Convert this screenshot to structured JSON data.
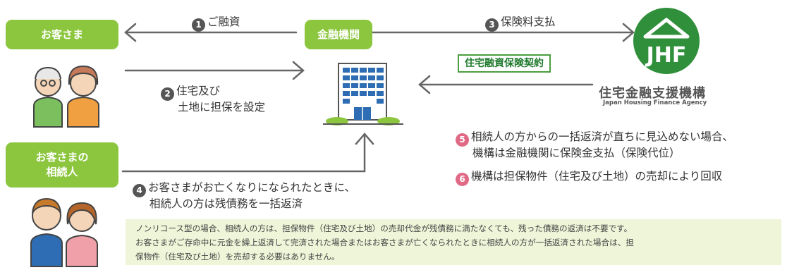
{
  "boxes": {
    "customer": "お客さま",
    "bank": "金融機関",
    "heir_line1": "お客さまの",
    "heir_line2": "相続人"
  },
  "steps": {
    "s1": {
      "num": "1",
      "text": "ご融資"
    },
    "s2": {
      "num": "2",
      "line1": "住宅及び",
      "line2": "土地に担保を設定"
    },
    "s3": {
      "num": "3",
      "text": "保険料支払"
    },
    "s4": {
      "num": "4",
      "line1": "お客さまがお亡くなりになられたときに、",
      "line2": "相続人の方は残債務を一括返済"
    },
    "s5": {
      "num": "5",
      "line1": "相続人の方からの一括返済が直ちに見込めない場合、",
      "line2": "機構は金融機関に保険金支払（保険代位）"
    },
    "s6": {
      "num": "6",
      "text": "機構は担保物件（住宅及び土地）の売却により回収"
    }
  },
  "contract_label": "住宅融資保険契約",
  "jhf": {
    "logo_text": "JHF",
    "name": "住宅金融支援機構",
    "english": "Japan Housing Finance Agency"
  },
  "note": {
    "line1": "ノンリコース型の場合、相続人の方は、担保物件（住宅及び土地）の売却代金が残債務に満たなくても、残った債務の返済は不要です。",
    "line2": "お客さまがご存命中に元金を繰上返済して完済された場合またはお客さまが亡くなられたときに相続人の方が一括返済された場合は、担",
    "line3": "保物件（住宅及び土地）を売却する必要はありません。"
  },
  "colors": {
    "box_green": "#8cc63f",
    "note_bg": "#eef5d8",
    "jhf_green": "#2f8f3a",
    "step_gray": "#555555",
    "step_pink": "#e06a86"
  }
}
